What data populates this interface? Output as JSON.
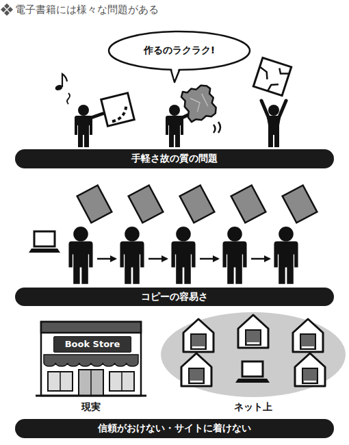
{
  "diagram": {
    "title": "電子書籍には様々な問題がある",
    "nodes": [
      {
        "text": [
          "作るのラクラク!"
        ]
      },
      {
        "text": [
          "手軽さ故の質の問題"
        ]
      },
      {
        "text": [
          "コピーの容易さ"
        ]
      },
      {
        "text": [
          "Book Store"
        ]
      },
      {
        "text": [
          "信頼がおけない・サイトに着けない"
        ]
      }
    ],
    "labels": [
      "現実",
      "ネット上"
    ]
  }
}
